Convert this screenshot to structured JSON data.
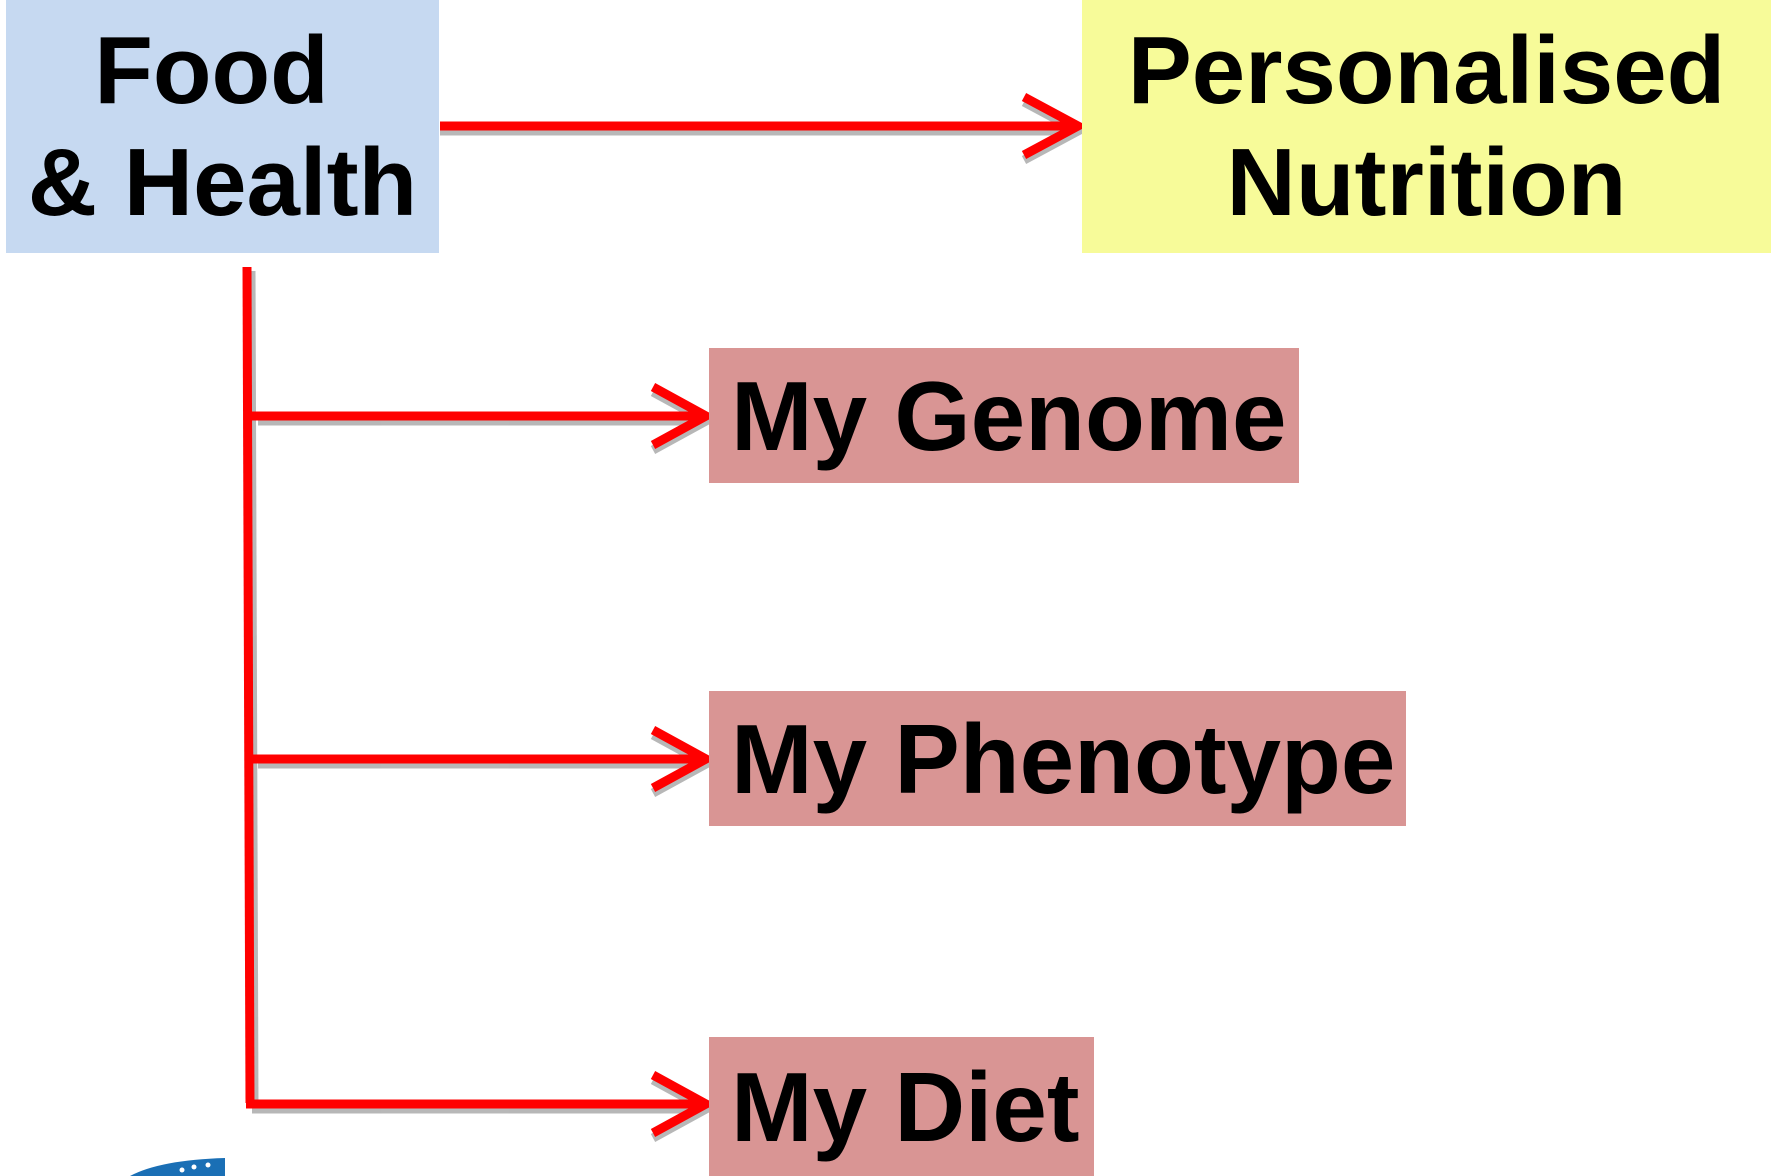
{
  "nodes": {
    "food_health": {
      "line1": "Food",
      "line2": "& Health"
    },
    "personalised_nutrition": {
      "line1": "Personalised",
      "line2": "Nutrition"
    },
    "my_genome": {
      "label": "My Genome"
    },
    "my_phenotype": {
      "label": "My Phenotype"
    },
    "my_diet": {
      "label": "My Diet"
    }
  },
  "colors": {
    "food_health_fill": "#c6d9f1",
    "personalised_nutrition_fill": "#f7fb99",
    "child_node_fill": "#d99594",
    "arrow": "#ff0000",
    "arrow_shadow": "#a6a6a6",
    "logo": "#1a6fb5"
  },
  "edges": [
    {
      "from": "food_health",
      "to": "personalised_nutrition"
    },
    {
      "from": "food_health",
      "to": "my_genome"
    },
    {
      "from": "food_health",
      "to": "my_phenotype"
    },
    {
      "from": "food_health",
      "to": "my_diet"
    }
  ],
  "icons": {
    "logo": "logo-icon"
  }
}
